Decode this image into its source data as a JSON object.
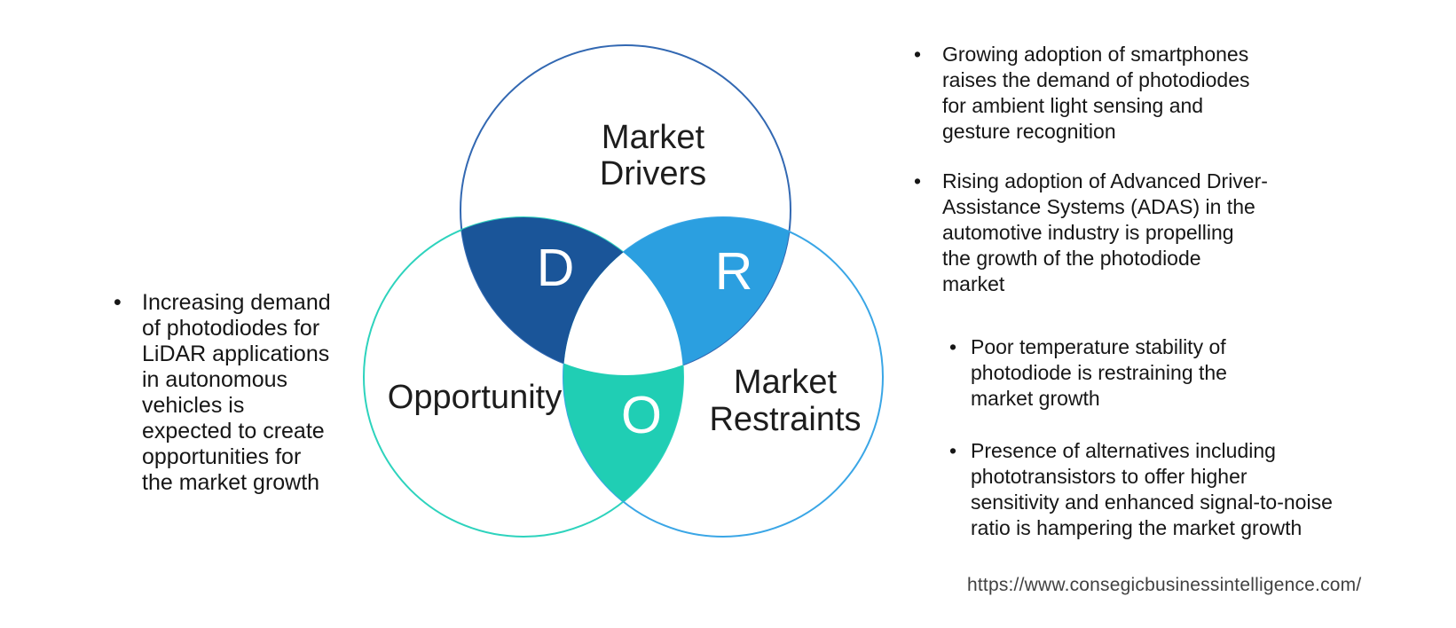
{
  "venn": {
    "drivers": {
      "label_lines": [
        "Market",
        "Drivers"
      ],
      "letter": "D",
      "lens_color": "#1a5599",
      "outline_color": "#3268b2"
    },
    "restraints": {
      "label_lines": [
        "Market",
        "Restraints"
      ],
      "letter": "R",
      "lens_color": "#2b9fe0",
      "outline_color": "#3aa6e6"
    },
    "opportunity": {
      "label": "Opportunity",
      "letter": "O",
      "lens_color": "#20ceb4",
      "outline_color": "#2dd3bd"
    },
    "center_color": "#ffffff",
    "label_color": "#1d1d1d",
    "letter_color": "#ffffff"
  },
  "bullet": "•",
  "notes": {
    "opportunity_side": [
      {
        "lines": [
          "Increasing demand",
          "of photodiodes for",
          "LiDAR applications",
          "in autonomous",
          "vehicles is",
          "expected to create",
          "opportunities for",
          "the market growth"
        ]
      }
    ],
    "drivers_side": [
      {
        "lines": [
          "Growing adoption of smartphones",
          "raises the demand of photodiodes",
          "for ambient light sensing and",
          "gesture recognition"
        ]
      },
      {
        "lines": [
          "Rising adoption of Advanced Driver-",
          "Assistance Systems (ADAS) in the",
          "automotive industry is propelling",
          "the growth of the photodiode",
          "market"
        ]
      }
    ],
    "restraints_side": [
      {
        "lines": [
          "Poor temperature stability of",
          "photodiode is restraining the",
          "market growth"
        ]
      },
      {
        "lines": [
          "Presence of alternatives including",
          "phototransistors to offer higher",
          "sensitivity and enhanced signal-to-noise",
          "ratio is hampering the market growth"
        ]
      }
    ]
  },
  "footer": {
    "source_url": "https://www.consegicbusinessintelligence.com/"
  }
}
